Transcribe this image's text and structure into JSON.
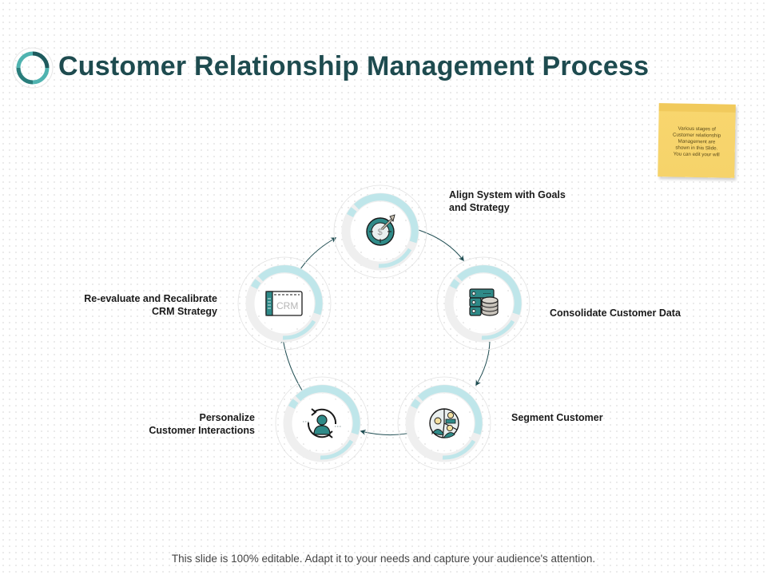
{
  "title": "Customer Relationship Management Process",
  "sticky_note": {
    "lines": [
      "Various stages of",
      "Customer relationship",
      "Management are",
      "shown in this Slide.",
      "You can edit  your will"
    ]
  },
  "steps": [
    {
      "id": "align",
      "icon": "target-dollar-icon",
      "lines": [
        "Align System with Goals",
        "and Strategy"
      ]
    },
    {
      "id": "consolidate",
      "icon": "database-server-icon",
      "lines": [
        "Consolidate Customer Data"
      ]
    },
    {
      "id": "segment",
      "icon": "customer-segments-icon",
      "lines": [
        "Segment Customer"
      ]
    },
    {
      "id": "personalize",
      "icon": "user-refresh-icon",
      "lines": [
        "Personalize",
        "Customer Interactions"
      ]
    },
    {
      "id": "reevaluate",
      "icon": "crm-window-icon",
      "lines": [
        "Re-evaluate and Recalibrate",
        "CRM Strategy"
      ]
    }
  ],
  "crm_icon_text": "CRM",
  "footer": "This slide is 100% editable. Adapt it to your needs and capture your audience's attention.",
  "colors": {
    "title": "#1e4b4f",
    "teal_dark": "#2a7d7b",
    "teal_icon": "#2f8a88",
    "ring_light": "#bfe6ea",
    "ring_gray": "#ececec",
    "sticky": "#f7d46c"
  }
}
